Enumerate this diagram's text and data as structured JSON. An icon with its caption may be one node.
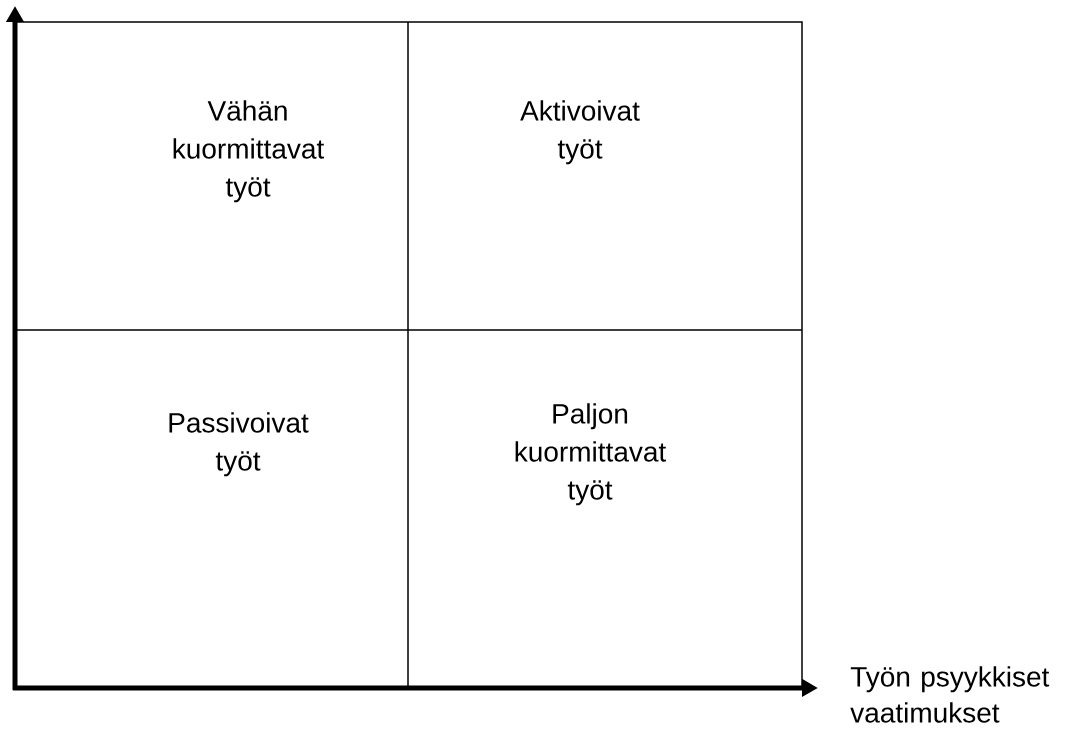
{
  "diagram": {
    "nodes": [
      {
        "text": [
          "Vähän kuormittavat työt"
        ]
      },
      {
        "text": [
          "Aktivoivat työt"
        ]
      },
      {
        "text": [
          "Passivoivat työt"
        ]
      },
      {
        "text": [
          "Paljon kuormittavat työt"
        ]
      }
    ],
    "labels": [
      "Työn psyykkiset vaatimukset"
    ]
  }
}
